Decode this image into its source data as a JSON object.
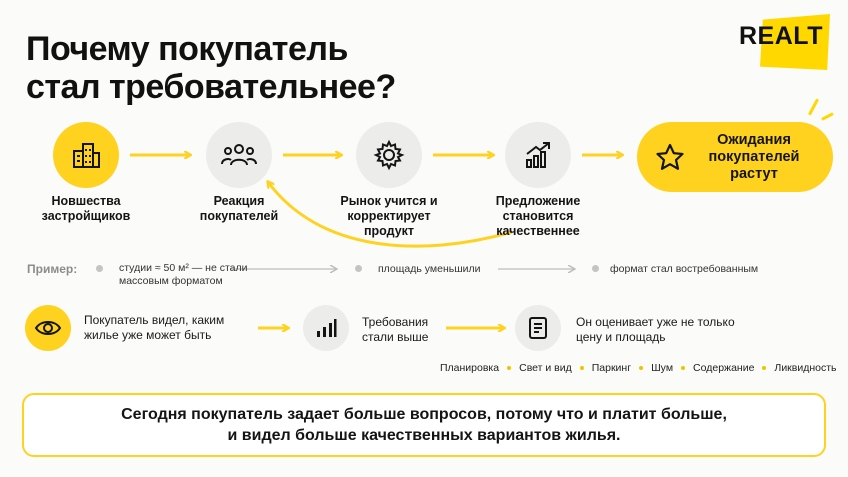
{
  "brand": {
    "logo_text": "REALT"
  },
  "title": {
    "line1": "Почему покупатель",
    "line2": "стал требовательнее?"
  },
  "process": {
    "steps": [
      {
        "icon": "buildings-icon",
        "label": "Новшества застройщиков"
      },
      {
        "icon": "people-icon",
        "label": "Реакция покупателей"
      },
      {
        "icon": "gear-icon",
        "label": "Рынок учится и корректирует продукт"
      },
      {
        "icon": "chart-up-icon",
        "label": "Предложение становится качественнее"
      }
    ],
    "goal": {
      "icon": "star-icon",
      "label": "Ожидания покупателей растут"
    }
  },
  "example": {
    "label": "Пример:",
    "items": [
      "студии ≈ 50 м² — не стали массовым форматом",
      "площадь уменьшили",
      "формат стал востребованным"
    ]
  },
  "buyer_flow": {
    "steps": [
      {
        "icon": "eye-icon",
        "text": "Покупатель видел, каким жилье уже может быть"
      },
      {
        "icon": "bars-icon",
        "text": "Требования стали выше"
      },
      {
        "icon": "document-icon",
        "text": "Он оценивает уже не только цену и площадь"
      }
    ],
    "factors": [
      "Планировка",
      "Свет и вид",
      "Паркинг",
      "Шум",
      "Содержание",
      "Ликвидность"
    ]
  },
  "conclusion": {
    "line1": "Сегодня покупатель задает больше вопросов, потому что и платит больше,",
    "line2": "и видел больше качественных вариантов жилья."
  },
  "colors": {
    "accent": "#ffd21f",
    "gray_circle": "#ececeb",
    "text": "#141414"
  }
}
